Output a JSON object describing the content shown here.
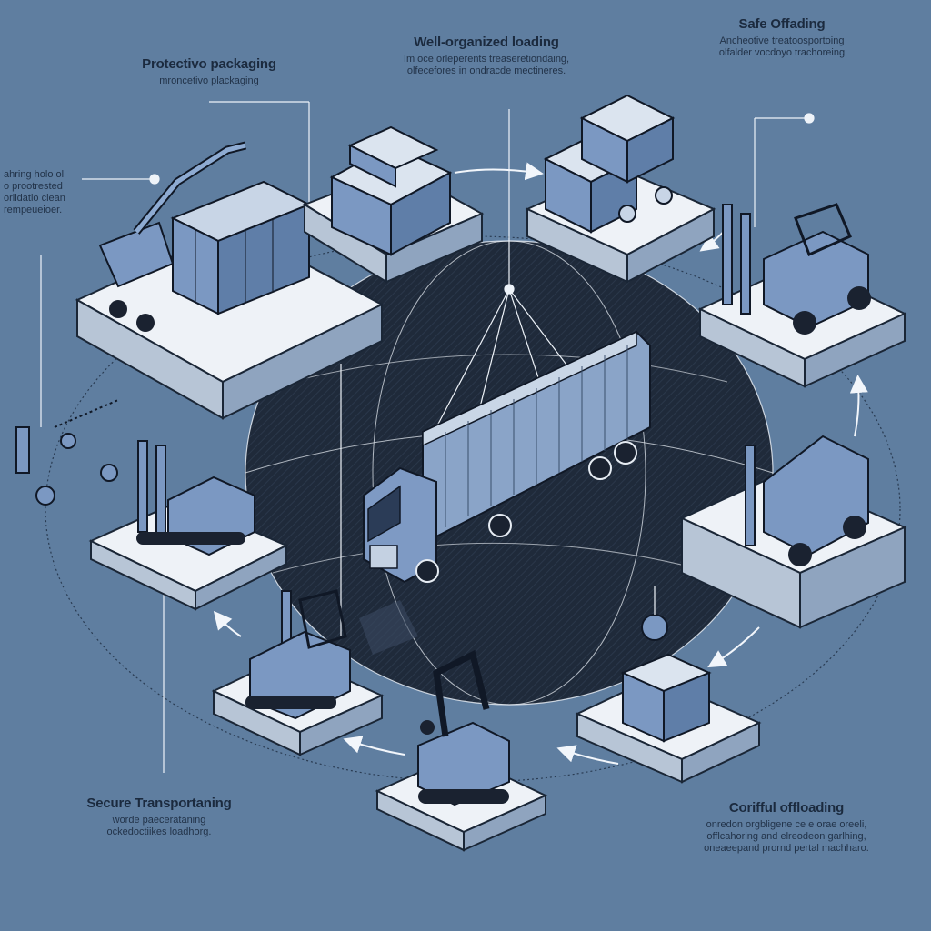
{
  "diagram": {
    "labels": [
      {
        "key": "protective",
        "title": "Protectivo packaging",
        "lines": [
          "mroncetivo plackaging"
        ]
      },
      {
        "key": "loading",
        "title": "Well-organized loading",
        "lines": [
          "Im oce orleperents treaseretiondaing,",
          "olfecefores in ondracde mectineres."
        ]
      },
      {
        "key": "safe",
        "title": "Safe Offading",
        "lines": [
          "Ancheotive treatoosportoing",
          "olfalder vocdoyo trachoreing"
        ]
      },
      {
        "key": "side",
        "title": "",
        "lines": [
          "ahring holo ol",
          "o prootrested",
          "orlidatio clean",
          "rempeueioer."
        ]
      },
      {
        "key": "secure",
        "title": "Secure Transportaning",
        "lines": [
          "worde paecerataning",
          "ockedoctiikes loadhorg."
        ]
      },
      {
        "key": "careful",
        "title": "Corifful offloading",
        "lines": [
          "onredon orgbligene ce e orae oreeli,",
          "offlcahoring and elreodeon garlhing,",
          "oneaeepand prornd pertal machharo."
        ]
      }
    ]
  },
  "colors": {
    "background": "#5f7ea0",
    "globe": "#1f2a3a",
    "ink": "#1b2a3e",
    "platform_top": "#e9eef4",
    "platform_side": "#b9c6d6",
    "machine": "#7b98c2"
  },
  "icons": [
    "truck-icon",
    "excavator-icon",
    "forklift-icon",
    "box-stack-icon",
    "crate-icon",
    "arrow-icon",
    "pin-icon"
  ]
}
